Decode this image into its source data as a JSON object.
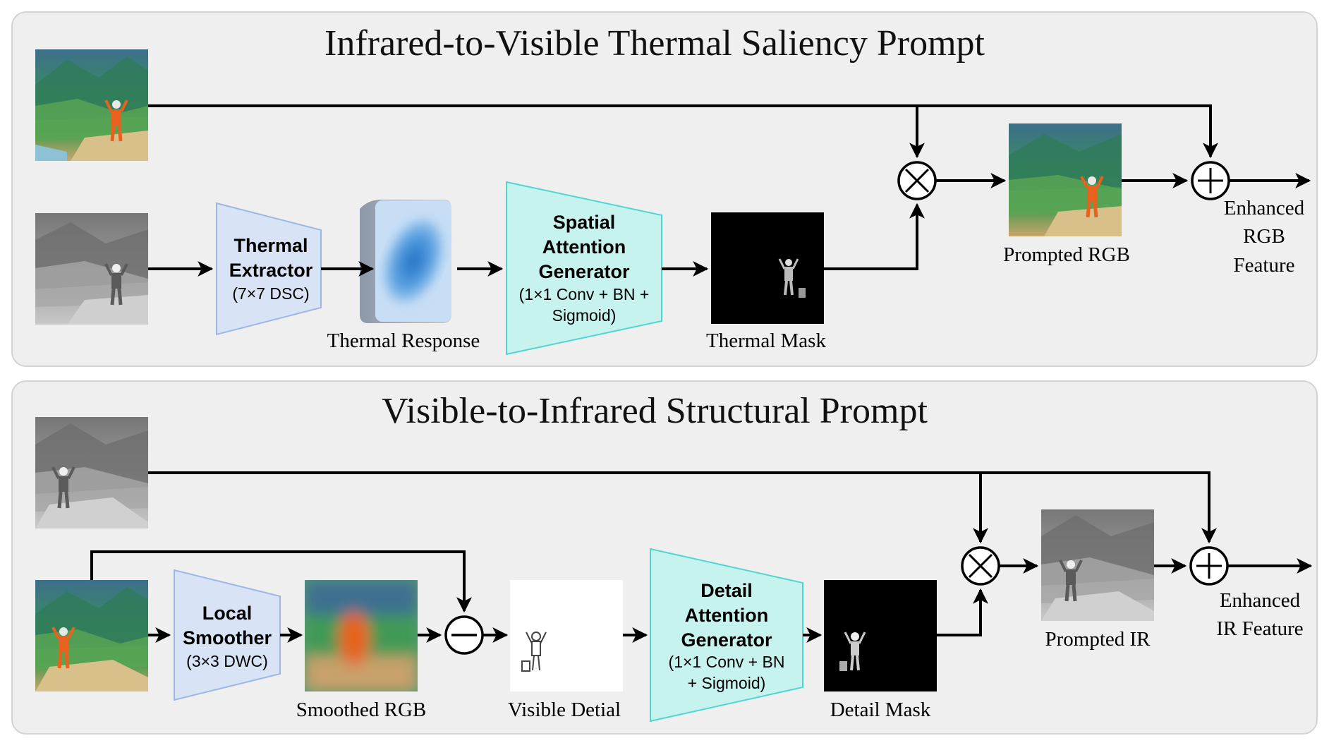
{
  "panels": {
    "top": {
      "title": "Infrared-to-Visible Thermal Saliency Prompt",
      "thermal_extractor": {
        "title_line1": "Thermal",
        "title_line2": "Extractor",
        "sub": "(7×7 DSC)"
      },
      "spatial_gen": {
        "title_line1": "Spatial",
        "title_line2": "Attention",
        "title_line3": "Generator",
        "sub_line1": "(1×1 Conv + BN +",
        "sub_line2": "Sigmoid)"
      },
      "thermal_response_label": "Thermal Response",
      "thermal_mask_label": "Thermal Mask",
      "prompted_label": "Prompted RGB",
      "output_line1": "Enhanced",
      "output_line2": "RGB",
      "output_line3": "Feature"
    },
    "bottom": {
      "title": "Visible-to-Infrared Structural Prompt",
      "local_smoother": {
        "title_line1": "Local",
        "title_line2": "Smoother",
        "sub": "(3×3 DWC)"
      },
      "detail_gen": {
        "title_line1": "Detail",
        "title_line2": "Attention",
        "title_line3": "Generator",
        "sub_line1": "(1×1 Conv + BN",
        "sub_line2": "+ Sigmoid)"
      },
      "smoothed_label": "Smoothed RGB",
      "visible_detail_label": "Visible Detial",
      "detail_mask_label": "Detail Mask",
      "prompted_label": "Prompted IR",
      "output_line1": "Enhanced",
      "output_line2": "IR Feature"
    }
  },
  "colors": {
    "panel_bg": "#efefef",
    "extractor_fill": "#d8e4f6",
    "extractor_stroke": "#9db7e3",
    "generator_fill": "#c6f3ee",
    "generator_stroke": "#4fd6d0",
    "arrow": "#000000"
  }
}
